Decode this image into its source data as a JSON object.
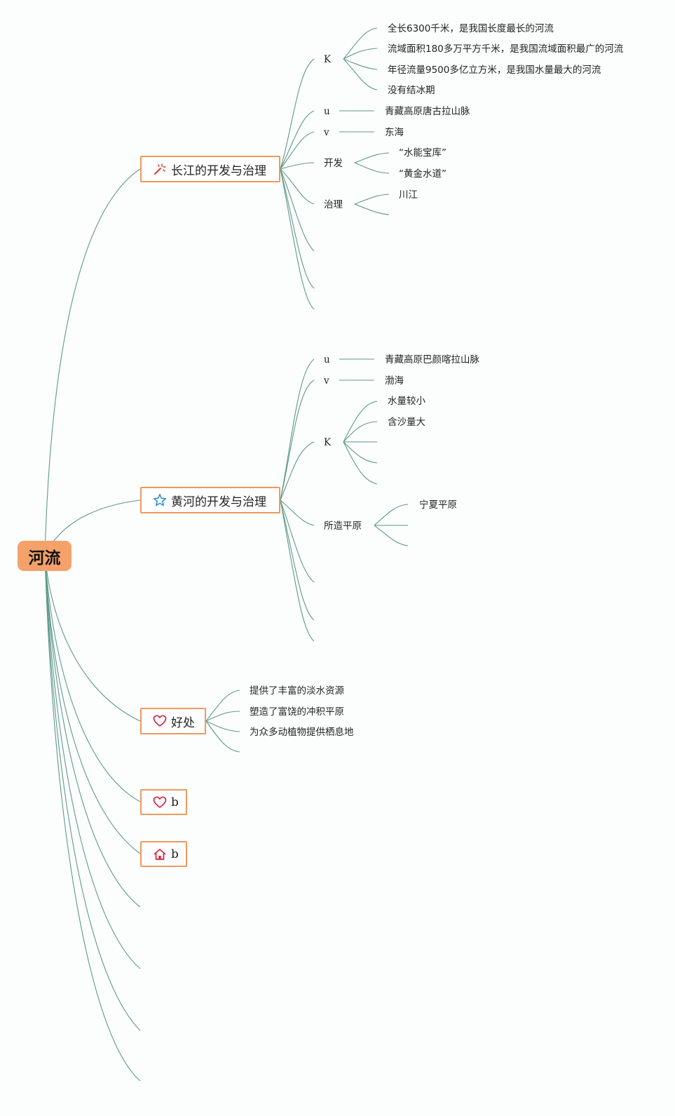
{
  "root": {
    "label": "河流"
  },
  "branches": {
    "changjiang": {
      "title": "长江的开发与治理",
      "icon": "magic-wand-icon",
      "k": {
        "label": "K",
        "items": [
          "全长6300千米，是我国长度最长的河流",
          "流域面积180多万平方千米，是我国流域面积最广的河流",
          "年径流量9500多亿立方米，是我国水量最大的河流",
          "没有结冰期"
        ]
      },
      "u": {
        "label": "u",
        "value": "青藏高原唐古拉山脉"
      },
      "v": {
        "label": "v",
        "value": "东海"
      },
      "kaifa": {
        "label": "开发",
        "items": [
          "“水能宝库”",
          "“黄金水道”"
        ]
      },
      "zhili": {
        "label": "治理",
        "items": [
          "川江"
        ]
      }
    },
    "huanghe": {
      "title": "黄河的开发与治理",
      "icon": "star-icon",
      "u": {
        "label": "u",
        "value": "青藏高原巴颜喀拉山脉"
      },
      "v": {
        "label": "v",
        "value": "渤海"
      },
      "k": {
        "label": "K",
        "items": [
          "水量较小",
          "含沙量大"
        ]
      },
      "pingyuan": {
        "label": "所造平原",
        "items": [
          "宁夏平原"
        ]
      }
    },
    "haochu": {
      "title": "好处",
      "icon": "heart-icon",
      "items": [
        "提供了丰富的淡水资源",
        "塑造了富饶的冲积平原",
        "为众多动植物提供栖息地"
      ]
    },
    "b1": {
      "title": "b",
      "icon": "heart-icon"
    },
    "b2": {
      "title": "b",
      "icon": "home-icon"
    }
  },
  "colors": {
    "root_fill": "#f4a26a",
    "branch_border": "#ec9a5e",
    "edge": "#5e9a8a"
  }
}
